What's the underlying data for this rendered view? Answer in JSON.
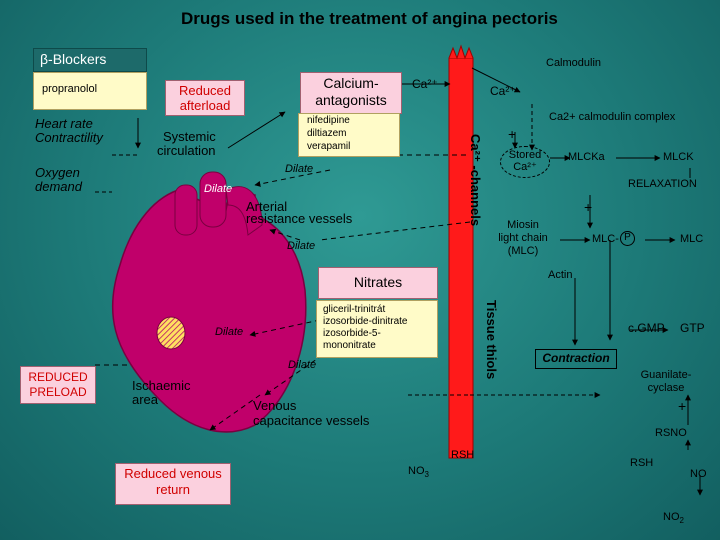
{
  "title": "Drugs used in the treatment of angina pectoris",
  "beta": {
    "header": "β-Blockers",
    "drug": "propranolol",
    "effect1": "Heart rate",
    "effect2": "Contractility",
    "effect3": "Oxygen",
    "effect4": "demand"
  },
  "reduced_afterload": [
    "Reduced",
    "afterload"
  ],
  "systemic_circulation": [
    "Systemic",
    "circulation"
  ],
  "calcium_antagonists": {
    "title": [
      "Calcium-",
      "antagonists"
    ],
    "drugs": [
      "nifedipine",
      "diltiazem",
      "verapamil"
    ]
  },
  "dilate_label": "Dilate",
  "arterial": [
    "Arterial",
    "resistance vessels"
  ],
  "nitrates": {
    "title": "Nitrates",
    "drugs": [
      "gliceril-trinitrát",
      "izosorbide-dinitrate",
      "izosorbide-5-",
      "mononitrate"
    ]
  },
  "reduced_preload": [
    "REDUCED",
    "PRELOAD"
  ],
  "ischaemic": [
    "Ischaemic",
    "area"
  ],
  "venous": [
    "Venous",
    "capacitance vessels"
  ],
  "reduced_venous": [
    "Reduced venous",
    "return"
  ],
  "column1_label": "Ca²⁺ -channels",
  "column2_label": "Tissue thiols",
  "ca_label_1": "Ca²⁺",
  "ca_label_2": "Ca²⁺",
  "calmodulin": "Calmodulin",
  "ca_calmodulin": "Ca2+ calmodulin complex",
  "stored_ca": [
    "Stored",
    "Ca²⁺"
  ],
  "mlcka": "MLCKa",
  "mlck": "MLCK",
  "relaxation": "RELAXATION",
  "myosin": [
    "Miosin",
    "light chain",
    "(MLC)"
  ],
  "mlc_p": "MLC-",
  "p_symbol": "P",
  "mlc": "MLC",
  "actin": "Actin",
  "cgmp": "c.GMP",
  "gtp": "GTP",
  "contraction": "Contraction",
  "guanylate": [
    "Guanilate-",
    "cyclase"
  ],
  "rsno": "RSNO",
  "rsh1": "RSH",
  "rsh2": "RSH",
  "no3": "NO",
  "no3_sub": "3",
  "no": "NO",
  "no2": "NO",
  "no2_sub": "2",
  "plus": "+",
  "colors": {
    "heart": "#c0006a",
    "column": "#ff1a1a",
    "yellow": "#fffbc8"
  }
}
